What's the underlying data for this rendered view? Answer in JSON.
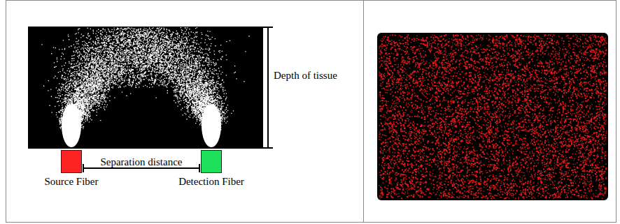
{
  "diagram": {
    "nodes": [
      {
        "text": [
          "Source Fiber"
        ]
      },
      {
        "text": [
          "Detection Fiber"
        ]
      }
    ],
    "edges": [
      {
        "from": 0,
        "to": 1,
        "arrow": "none",
        "label": "Separation distance"
      }
    ],
    "labels": [
      "Depth of tissue"
    ]
  }
}
